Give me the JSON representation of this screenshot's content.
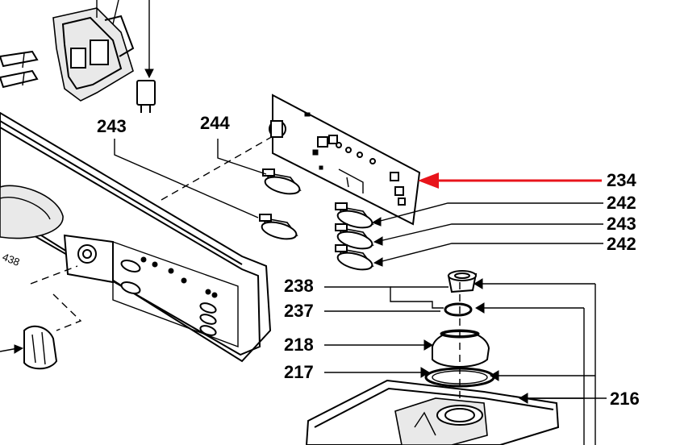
{
  "callouts": {
    "c243_top": "243",
    "c244": "244",
    "c234": "234",
    "c242_a": "242",
    "c243_right": "243",
    "c242_b": "242",
    "c238": "238",
    "c237": "237",
    "c218": "218",
    "c217": "217",
    "c216": "216"
  },
  "panel_model_text": "438",
  "colors": {
    "highlight_arrow": "#e8141b",
    "line": "#000000",
    "background": "#ffffff"
  }
}
